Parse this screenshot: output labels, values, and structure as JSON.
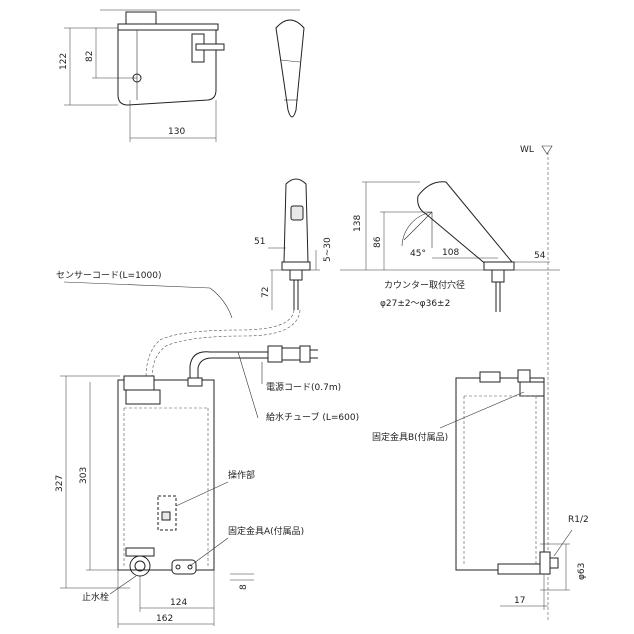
{
  "dimensions": {
    "d122": "122",
    "d82": "82",
    "d130": "130",
    "d51": "51",
    "d5to30": "5~30",
    "d72": "72",
    "d138": "138",
    "d86": "86",
    "d45": "45°",
    "d108": "108",
    "d54": "54",
    "d327": "327",
    "d303": "303",
    "d124": "124",
    "d162": "162",
    "d8": "8",
    "d17": "17",
    "d63": "φ63"
  },
  "labels": {
    "wl": "WL",
    "sensor_cord": "センサーコード(L=1000)",
    "counter_hole": "カウンター取付穴径",
    "counter_hole_size": "φ27±2～φ36±2",
    "power_cord": "電源コード(0.7m)",
    "supply_tube": "給水チューブ (L=600)",
    "bracket_b": "固定金具B(付属品)",
    "operation": "操作部",
    "bracket_a": "固定金具A(付属品)",
    "stop_valve": "止水栓",
    "thread": "R1/2"
  }
}
